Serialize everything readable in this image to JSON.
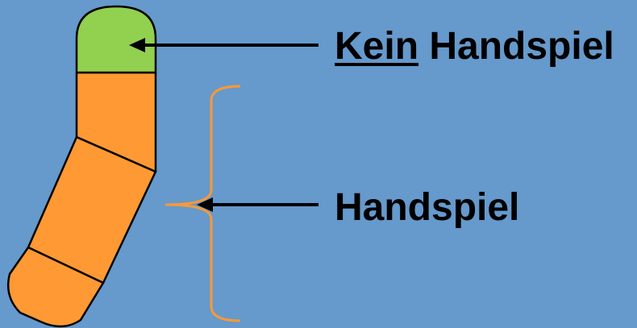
{
  "labels": {
    "top_emphasis": "Kein",
    "top_rest": "Handspiel",
    "bottom": "Handspiel"
  },
  "colors": {
    "background": "#6699CC",
    "shoulder_zone": "#92D050",
    "arm_zone": "#FF9933",
    "bracket": "#FF9933",
    "outline": "#000000"
  }
}
